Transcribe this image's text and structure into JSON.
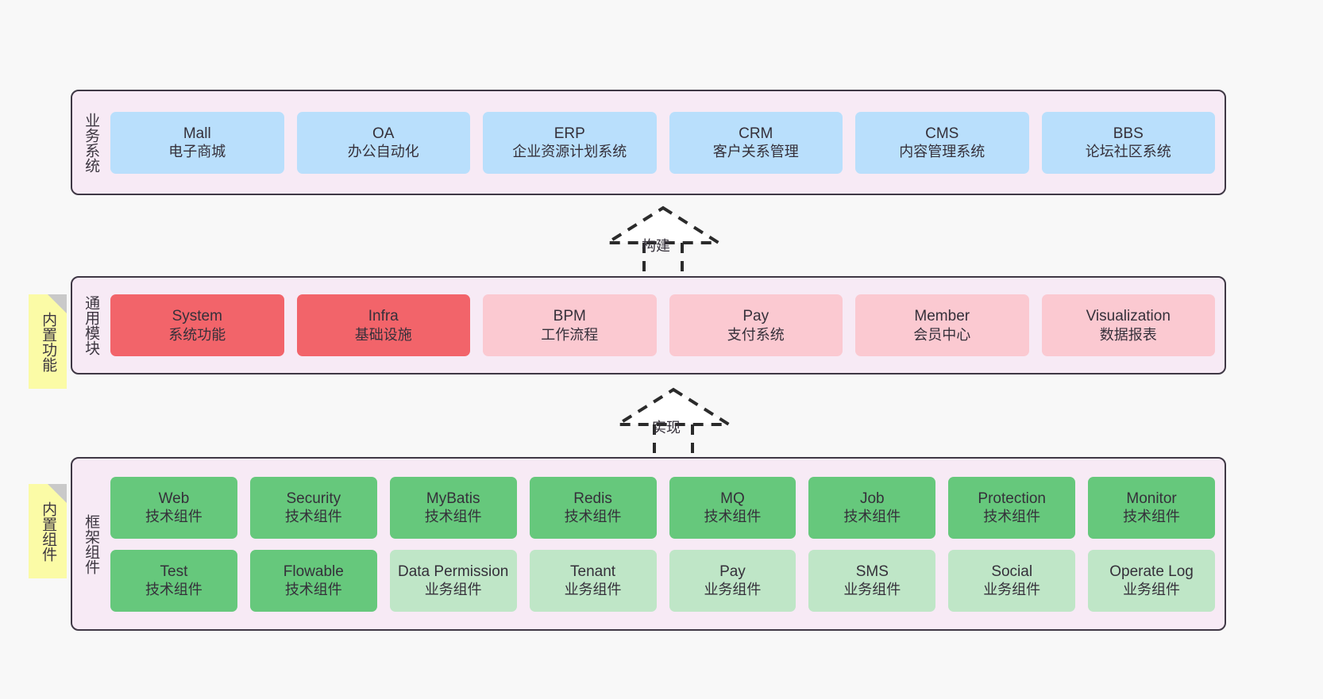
{
  "diagram": {
    "background": "#f8f8f8",
    "palette": {
      "layer_fill": "#f7eaf5",
      "layer_border": "#3f3845",
      "blue": "#b9dffc",
      "red": "#f2646a",
      "pink": "#fbc9d1",
      "green": "#66c87c",
      "light_green": "#bfe6c7",
      "note_yellow": "#fbfba6",
      "note_fold": "#c9c9c9",
      "text": "#35303a"
    }
  },
  "layers": [
    {
      "id": "business-system",
      "title": "业务系统",
      "rows": [
        [
          {
            "name": "Mall",
            "desc": "电子商城",
            "color": "blue"
          },
          {
            "name": "OA",
            "desc": "办公自动化",
            "color": "blue"
          },
          {
            "name": "ERP",
            "desc": "企业资源计划系统",
            "color": "blue"
          },
          {
            "name": "CRM",
            "desc": "客户关系管理",
            "color": "blue"
          },
          {
            "name": "CMS",
            "desc": "内容管理系统",
            "color": "blue"
          },
          {
            "name": "BBS",
            "desc": "论坛社区系统",
            "color": "blue"
          }
        ]
      ]
    },
    {
      "id": "common-module",
      "title": "通用模块",
      "note": "内置功能",
      "rows": [
        [
          {
            "name": "System",
            "desc": "系统功能",
            "color": "red"
          },
          {
            "name": "Infra",
            "desc": "基础设施",
            "color": "red"
          },
          {
            "name": "BPM",
            "desc": "工作流程",
            "color": "pink"
          },
          {
            "name": "Pay",
            "desc": "支付系统",
            "color": "pink"
          },
          {
            "name": "Member",
            "desc": "会员中心",
            "color": "pink"
          },
          {
            "name": "Visualization",
            "desc": "数据报表",
            "color": "pink"
          }
        ]
      ]
    },
    {
      "id": "framework-component",
      "title": "框架组件",
      "note": "内置组件",
      "rows": [
        [
          {
            "name": "Web",
            "desc": "技术组件",
            "color": "green"
          },
          {
            "name": "Security",
            "desc": "技术组件",
            "color": "green"
          },
          {
            "name": "MyBatis",
            "desc": "技术组件",
            "color": "green"
          },
          {
            "name": "Redis",
            "desc": "技术组件",
            "color": "green"
          },
          {
            "name": "MQ",
            "desc": "技术组件",
            "color": "green"
          },
          {
            "name": "Job",
            "desc": "技术组件",
            "color": "green"
          },
          {
            "name": "Protection",
            "desc": "技术组件",
            "color": "green"
          },
          {
            "name": "Monitor",
            "desc": "技术组件",
            "color": "green"
          }
        ],
        [
          {
            "name": "Test",
            "desc": "技术组件",
            "color": "green"
          },
          {
            "name": "Flowable",
            "desc": "技术组件",
            "color": "green"
          },
          {
            "name": "Data Permission",
            "desc": "业务组件",
            "color": "light_green"
          },
          {
            "name": "Tenant",
            "desc": "业务组件",
            "color": "light_green"
          },
          {
            "name": "Pay",
            "desc": "业务组件",
            "color": "light_green"
          },
          {
            "name": "SMS",
            "desc": "业务组件",
            "color": "light_green"
          },
          {
            "name": "Social",
            "desc": "业务组件",
            "color": "light_green"
          },
          {
            "name": "Operate Log",
            "desc": "业务组件",
            "color": "light_green"
          }
        ]
      ]
    }
  ],
  "connectors": [
    {
      "id": "build",
      "label": "构建",
      "style": "dashed-generalization",
      "direction": "up"
    },
    {
      "id": "implement",
      "label": "实现",
      "style": "dashed-generalization",
      "direction": "up"
    }
  ]
}
